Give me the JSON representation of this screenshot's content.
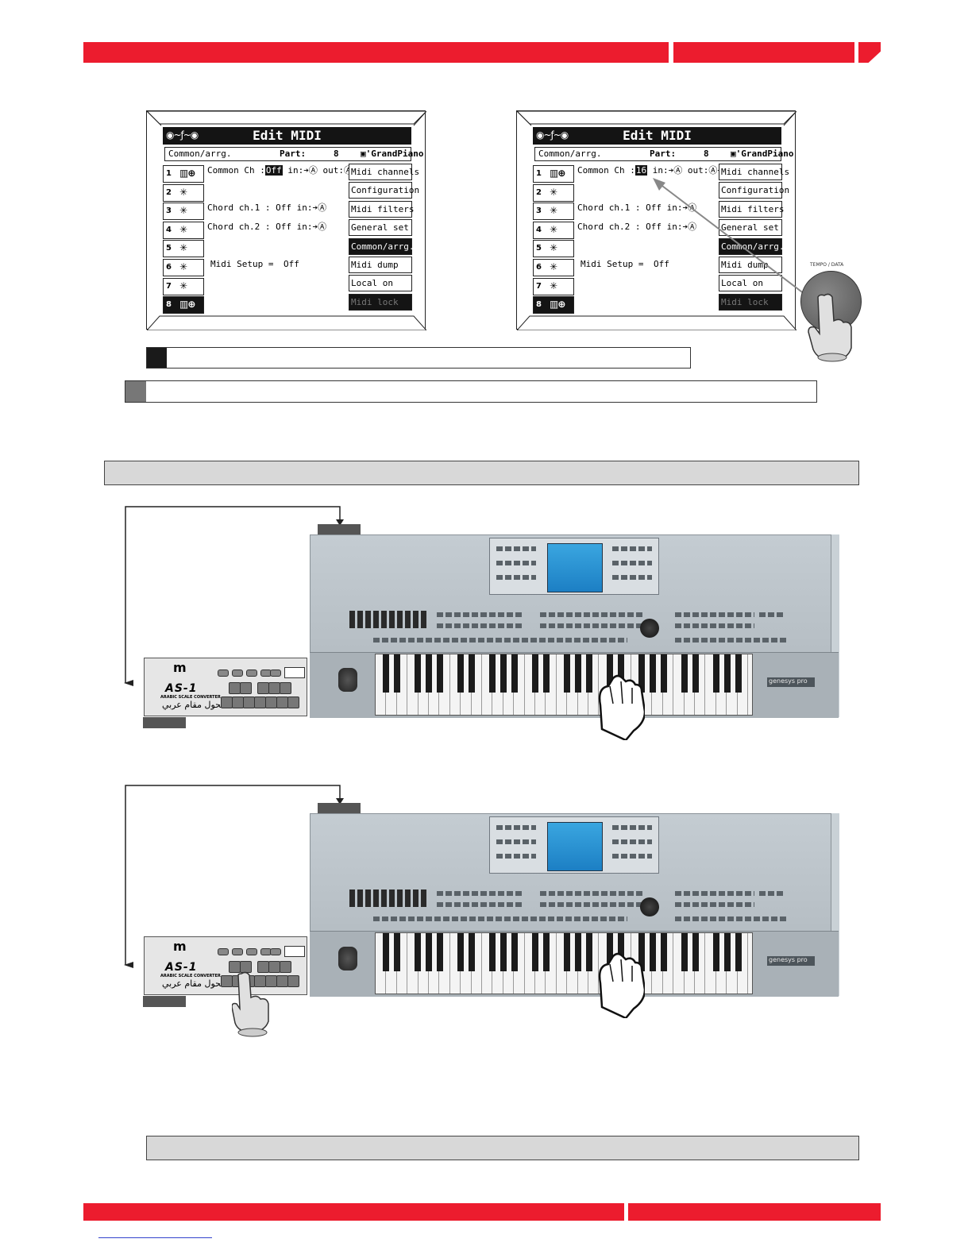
{
  "edit_midi_screen": {
    "title": "Edit MIDI",
    "section": "Common/arrg.",
    "part_label": "Part:",
    "part_value": "8",
    "sound_name": "'GrandPiano",
    "part_numbers": [
      "1",
      "2",
      "3",
      "4",
      "5",
      "6",
      "7",
      "8"
    ],
    "common_ch_label": "Common Ch :",
    "in_label": "in:",
    "out_label": "out:",
    "chord_ch1": "Chord ch.1",
    "chord_ch2": "Chord ch.2",
    "chord_value": ": Off in:",
    "midi_setup_label": "Midi Setup =",
    "midi_setup_value": "Off",
    "menu": [
      "Midi channels",
      "Configuration",
      "Midi filters",
      "General set",
      "Common/arrg.",
      "Midi dump",
      "Local on",
      "Midi lock"
    ]
  },
  "screen_left": {
    "common_ch_value": "Off"
  },
  "screen_right": {
    "common_ch_value": "16"
  },
  "tempo_data_label": "TEMPO / DATA",
  "keyboard": {
    "brand": "genesys pro"
  },
  "as1": {
    "logo": "m",
    "title": "AS-1",
    "subtitle": "ARABIC SCALE CONVERTER",
    "arabic": "محول مقام عربي"
  },
  "colors": {
    "header_red": "#ec1c2e",
    "grey_bar": "#d8d8d8",
    "lcd_blue": "#1c7fc4"
  }
}
